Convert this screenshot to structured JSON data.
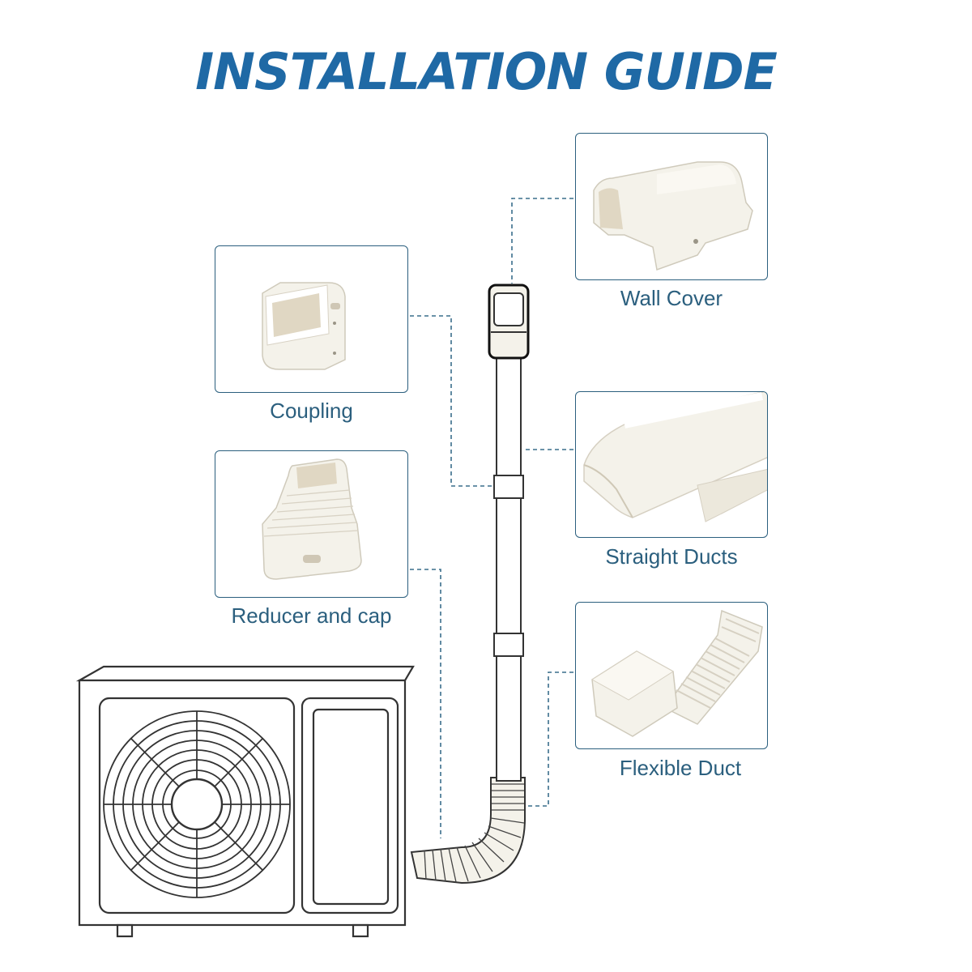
{
  "title": "INSTALLATION GUIDE",
  "parts": {
    "wall_cover": "Wall Cover",
    "coupling": "Coupling",
    "straight_ducts": "Straight Ducts",
    "reducer_and_cap": "Reducer and cap",
    "flexible_duct": "Flexible Duct"
  },
  "colors": {
    "title": "#1f69a5",
    "label": "#2b5f7e",
    "border": "#2b5f7e",
    "leader_line": "#3a6e8c",
    "part_fill": "#f4f2ea",
    "outline": "#333333"
  }
}
